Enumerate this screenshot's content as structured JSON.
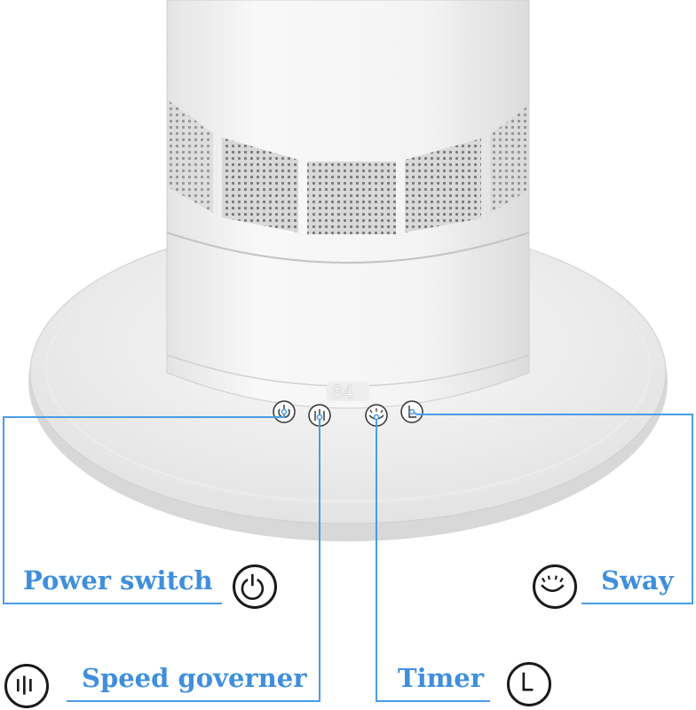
{
  "callouts": {
    "power": "Power switch",
    "speed": "Speed governer",
    "sway": "Sway",
    "timer": "Timer"
  },
  "icons": {
    "power": "power-icon",
    "speed": "speed-bars-icon",
    "sway": "sway-icon",
    "timer": "timer-l-icon"
  },
  "colors": {
    "accent": "#3f8fdc",
    "fan_body": "#f2f2f2"
  }
}
